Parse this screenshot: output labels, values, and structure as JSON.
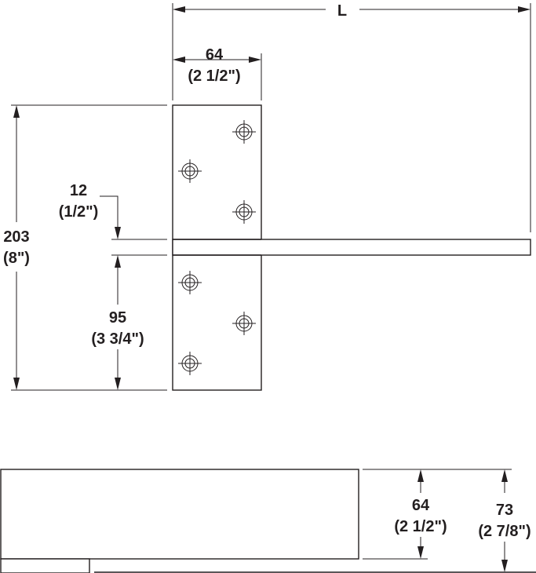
{
  "dimensions": {
    "length": {
      "label": "L"
    },
    "plate_width": {
      "mm": "64",
      "inch": "(2 1/2\")"
    },
    "height": {
      "mm": "203",
      "inch": "(8\")"
    },
    "offset": {
      "mm": "12",
      "inch": "(1/2\")"
    },
    "lower": {
      "mm": "95",
      "inch": "(3 3/4\")"
    },
    "side_height": {
      "mm": "64",
      "inch": "(2 1/2\")"
    },
    "total_height": {
      "mm": "73",
      "inch": "(2 7/8\")"
    }
  },
  "colors": {
    "ink": "#231f20",
    "background": "#ffffff"
  },
  "holes": 6
}
